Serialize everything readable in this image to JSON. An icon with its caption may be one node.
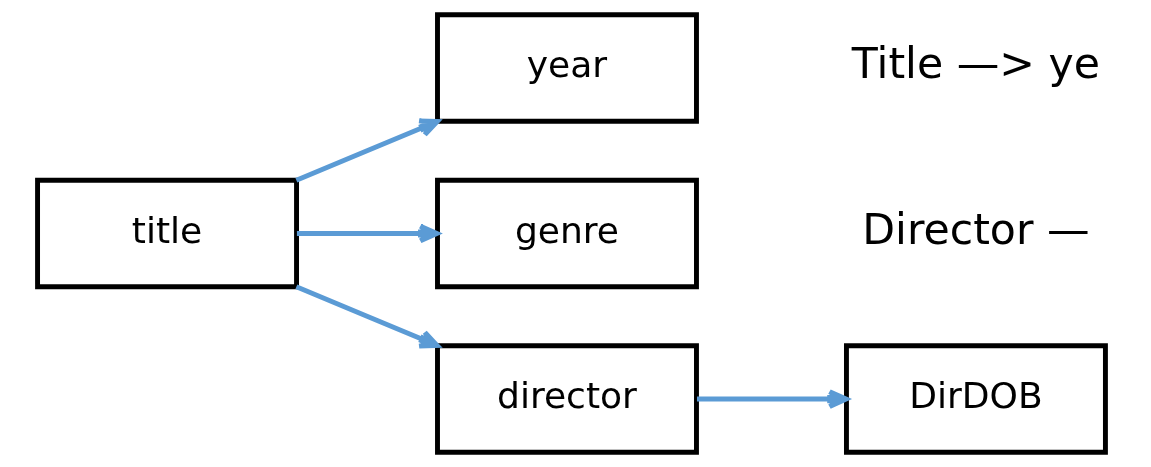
{
  "diagram": {
    "nodes": [
      {
        "text": [
          "title"
        ]
      },
      {
        "text": [
          "year"
        ]
      },
      {
        "text": [
          "genre"
        ]
      },
      {
        "text": [
          "director"
        ]
      },
      {
        "text": [
          "DirDOB"
        ]
      }
    ],
    "edges": [
      {
        "from": 0,
        "to": 1,
        "arrow": "to",
        "color": "#5b9bd5"
      },
      {
        "from": 0,
        "to": 2,
        "arrow": "to",
        "color": "#5b9bd5"
      },
      {
        "from": 0,
        "to": 3,
        "arrow": "to",
        "color": "#5b9bd5"
      },
      {
        "from": 3,
        "to": 4,
        "arrow": "to",
        "color": "#5b9bd5"
      }
    ],
    "labels": [
      "Title —> ye",
      "Director —"
    ]
  }
}
